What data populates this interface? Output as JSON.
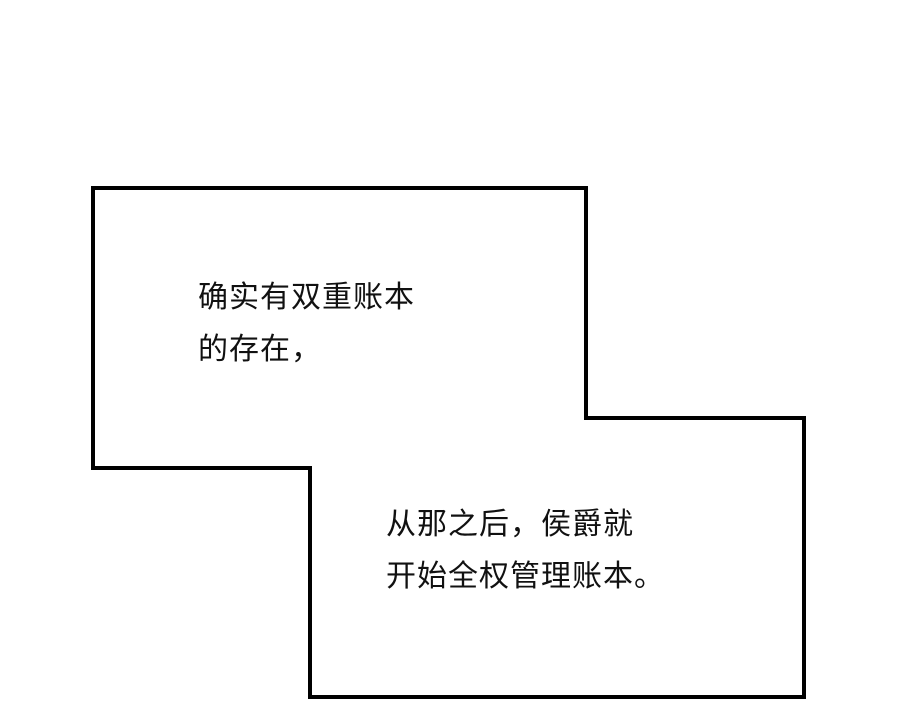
{
  "bubble_top": {
    "lines": [
      "确实有双重账本",
      "的存在，"
    ]
  },
  "bubble_bottom": {
    "lines": [
      "从那之后，侯爵就",
      "开始全权管理账本。"
    ]
  },
  "colors": {
    "border": "#000000",
    "background": "#ffffff",
    "text": "#111111"
  }
}
